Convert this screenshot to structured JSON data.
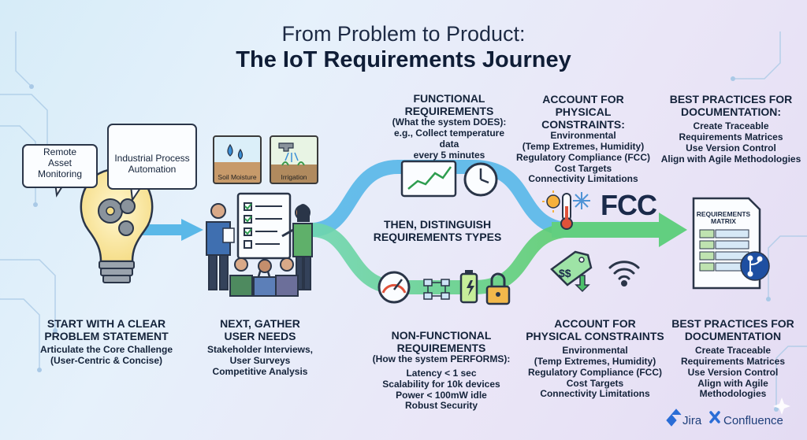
{
  "title": {
    "line1": "From Problem to Product:",
    "line2": "The IoT Requirements Journey"
  },
  "bubbles": {
    "remote": [
      "Remote",
      "Asset",
      "Monitoring"
    ],
    "industrial": [
      "Industrial Process",
      "Automation"
    ]
  },
  "tiles": {
    "soil": "Soil Moisture",
    "irrigation": "Irrigation"
  },
  "functional": {
    "heading": [
      "FUNCTIONAL",
      "REQUIREMENTS"
    ],
    "lines": [
      "(What the system DOES):",
      "e.g., Collect temperature data",
      "every 5 minutes"
    ]
  },
  "constraints_top": {
    "heading": [
      "ACCOUNT FOR",
      "PHYSICAL CONSTRAINTS:"
    ],
    "lines": [
      "Environmental",
      "(Temp Extremes, Humidity)",
      "Regulatory Compliance (FCC)",
      "Cost Targets",
      "Connectivity Limitations"
    ]
  },
  "practices_top": {
    "heading": [
      "BEST PRACTICES FOR",
      "DOCUMENTATION:"
    ],
    "lines": [
      "Create Traceable",
      "Requirements Matrices",
      "Use Version Control",
      "Align with Agile Methodologies"
    ]
  },
  "distinguish": [
    "THEN, DISTINGUISH",
    "REQUIREMENTS TYPES"
  ],
  "fcc_logo": "FCC",
  "matrix_label": [
    "REQUIREMENTS",
    "MATRIX"
  ],
  "start": {
    "heading": [
      "START WITH A CLEAR",
      "PROBLEM STATEMENT"
    ],
    "lines": [
      "Articulate the Core Challenge",
      "(User-Centric & Concise)"
    ]
  },
  "gather": {
    "heading": [
      "NEXT, GATHER",
      "USER NEEDS"
    ],
    "lines": [
      "Stakeholder Interviews,",
      "User Surveys",
      "Competitive Analysis"
    ]
  },
  "nonfunctional": {
    "heading": [
      "NON-FUNCTIONAL",
      "REQUIREMENTS"
    ],
    "lines": [
      "(How the system PERFORMS):",
      "Latency < 1 sec",
      "Scalability for 10k devices",
      "Power < 100mW idle",
      "Robust Security"
    ]
  },
  "constraints_bottom": {
    "heading": [
      "ACCOUNT FOR",
      "PHYSICAL CONSTRAINTS"
    ],
    "lines": [
      "Environmental",
      "(Temp Extremes, Humidity)",
      "Regulatory Compliance (FCC)",
      "Cost Targets",
      "Connectivity Limitations"
    ]
  },
  "practices_bottom": {
    "heading": [
      "BEST PRACTICES FOR",
      "DOCUMENTATION"
    ],
    "lines": [
      "Create Traceable",
      "Requirements Matrices",
      "Use Version Control",
      "Align with Agile",
      "Methodologies"
    ]
  },
  "logos": {
    "jira": "Jira",
    "confluence": "Confluence"
  },
  "colors": {
    "arrow_blue": "#4fb3e6",
    "arrow_green": "#5fcf7a",
    "accent_navy": "#1e3f7a"
  }
}
